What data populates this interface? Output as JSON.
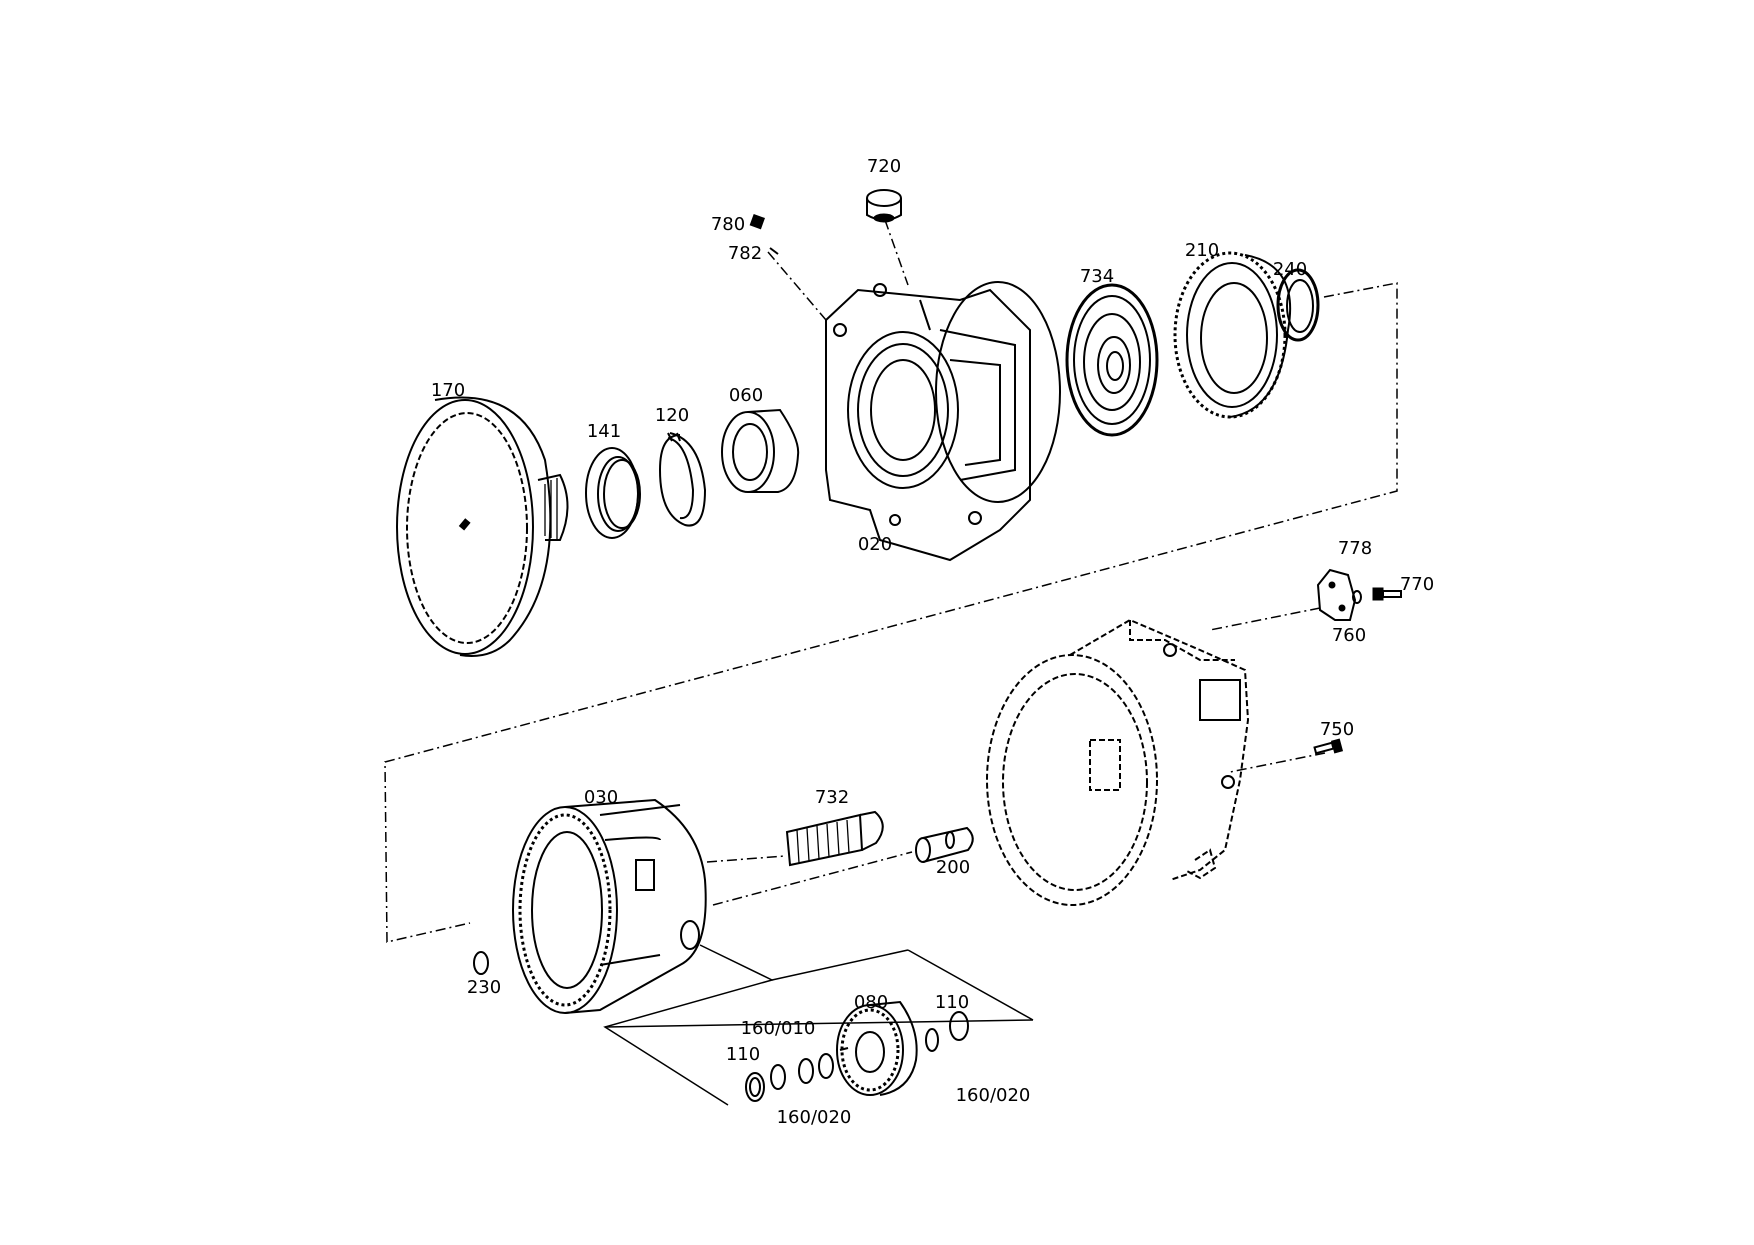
{
  "diagram": {
    "part_numbers": {
      "p720": "720",
      "p780": "780",
      "p782": "782",
      "p734": "734",
      "p210": "210",
      "p240": "240",
      "p170": "170",
      "p141": "141",
      "p120": "120",
      "p060": "060",
      "p020": "020",
      "p778": "778",
      "p770": "770",
      "p760": "760",
      "p750": "750",
      "p030": "030",
      "p732": "732",
      "p200": "200",
      "p230": "230",
      "p080": "080",
      "p110_right": "110",
      "p160_010": "160/010",
      "p110_left": "110",
      "p160_020_left": "160/020",
      "p160_020_right": "160/020"
    },
    "ink_color": "#000000",
    "background_color": "#ffffff"
  }
}
